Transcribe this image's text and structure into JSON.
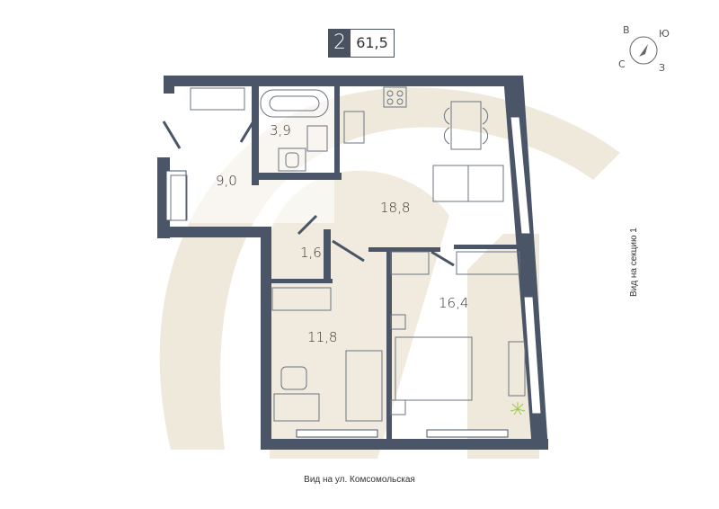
{
  "header": {
    "rooms_count": "2",
    "total_area": "61,5"
  },
  "compass": {
    "north": "С",
    "south": "Ю",
    "east": "В",
    "west": "З"
  },
  "rooms": [
    {
      "id": "hall",
      "area": "9,0"
    },
    {
      "id": "bathroom",
      "area": "3,9"
    },
    {
      "id": "kitchen-living",
      "area": "18,8"
    },
    {
      "id": "toilet",
      "area": "1,6"
    },
    {
      "id": "bedroom-small",
      "area": "11,8"
    },
    {
      "id": "bedroom-large",
      "area": "16,4"
    }
  ],
  "labels": {
    "side_view": "Вид на секцию 1",
    "bottom_view": "Вид на ул. Комсомольская"
  },
  "colors": {
    "wall": "#4a5568",
    "accent_beige": "#ede6d6",
    "floor": "#ffffff"
  }
}
